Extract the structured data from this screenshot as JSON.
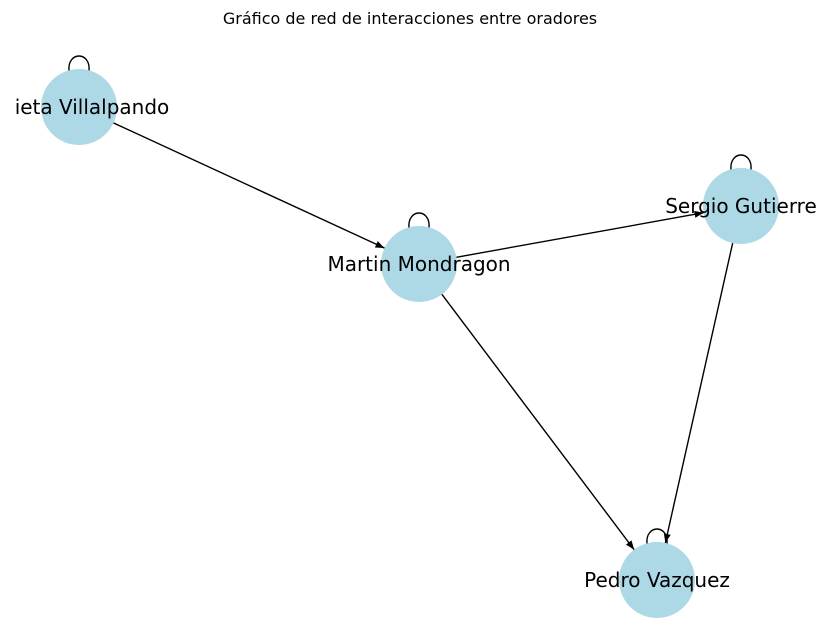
{
  "title": "Gráfico de red de interacciones entre oradores",
  "colors": {
    "node_fill": "#add8e6",
    "edge_stroke": "#000000",
    "background": "#ffffff",
    "text": "#000000"
  },
  "graph": {
    "directed": true,
    "nodes": [
      {
        "id": "julieta",
        "label": "ieta Villalpando",
        "self_loop": true
      },
      {
        "id": "martin",
        "label": "Martin Mondragon",
        "self_loop": true
      },
      {
        "id": "sergio",
        "label": "Sergio Gutierre",
        "self_loop": true
      },
      {
        "id": "pedro",
        "label": "Pedro Vazquez",
        "self_loop": true
      }
    ],
    "edges": [
      {
        "source": "julieta",
        "target": "martin"
      },
      {
        "source": "martin",
        "target": "sergio"
      },
      {
        "source": "martin",
        "target": "pedro"
      },
      {
        "source": "sergio",
        "target": "pedro"
      }
    ]
  }
}
